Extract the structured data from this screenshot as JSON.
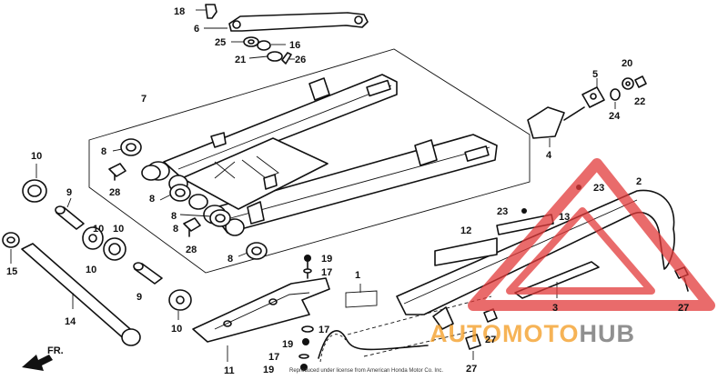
{
  "diagram": {
    "callouts": {
      "c1": "1",
      "c2": "2",
      "c3": "3",
      "c4": "4",
      "c5": "5",
      "c6": "6",
      "c7": "7",
      "c8a": "8",
      "c8b": "8",
      "c8c": "8",
      "c8d": "8",
      "c8e": "8",
      "c9a": "9",
      "c9b": "9",
      "c10a": "10",
      "c10b": "10",
      "c10c": "10",
      "c10d": "10",
      "c11": "11",
      "c12": "12",
      "c13": "13",
      "c14": "14",
      "c15": "15",
      "c16": "16",
      "c17a": "17",
      "c17b": "17",
      "c17c": "17",
      "c18": "18",
      "c19a": "19",
      "c19b": "19",
      "c19c": "19",
      "c20": "20",
      "c21": "21",
      "c22": "22",
      "c23a": "23",
      "c23b": "23",
      "c24": "24",
      "c25": "25",
      "c26": "26",
      "c27a": "27",
      "c27b": "27",
      "c27c": "27",
      "c28a": "28",
      "c28b": "28"
    },
    "front_arrow": "FR.",
    "copyright": "Reproduced under license from American Honda Motor Co. Inc."
  },
  "watermark": {
    "brand_orange": "AUTOMOTO",
    "brand_gray": "HUB",
    "color_red": "#e23a3a",
    "color_orange": "#f39a1e",
    "color_gray": "#6b6b6b"
  }
}
